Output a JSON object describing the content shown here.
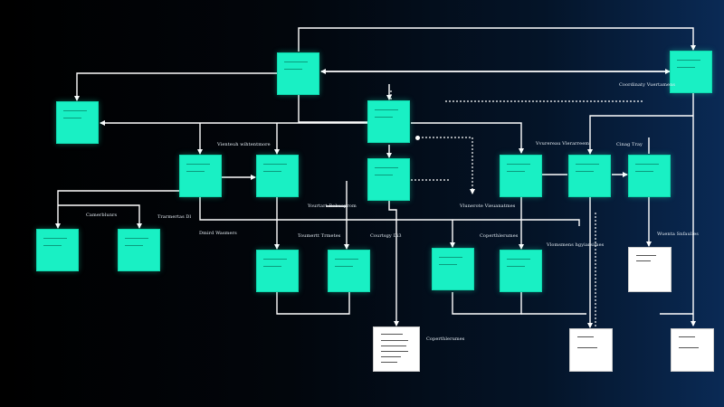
{
  "labels": {
    "l1": "Coordinaty Vuertamens",
    "l2": "Vienteuh wihtentmore",
    "l3": "Vvurereau Vlerarreem",
    "l4": "Cinag Tray",
    "l5": "Camerblunrs",
    "l6": "Trarmertas Dl",
    "l7": "Dmird Wasmers",
    "l8": "Yourtart Robuaprom",
    "l9": "Vlunerote Vieuanatmes",
    "l10": "Toumertt Trmetes",
    "l11": "Courtsgy Di3",
    "l12": "Coperthlerumes",
    "l13": "Vlomsmens hgyiarsimes",
    "l14": "Wuenta Snfaulies",
    "l15": "Coperthlerumes"
  }
}
